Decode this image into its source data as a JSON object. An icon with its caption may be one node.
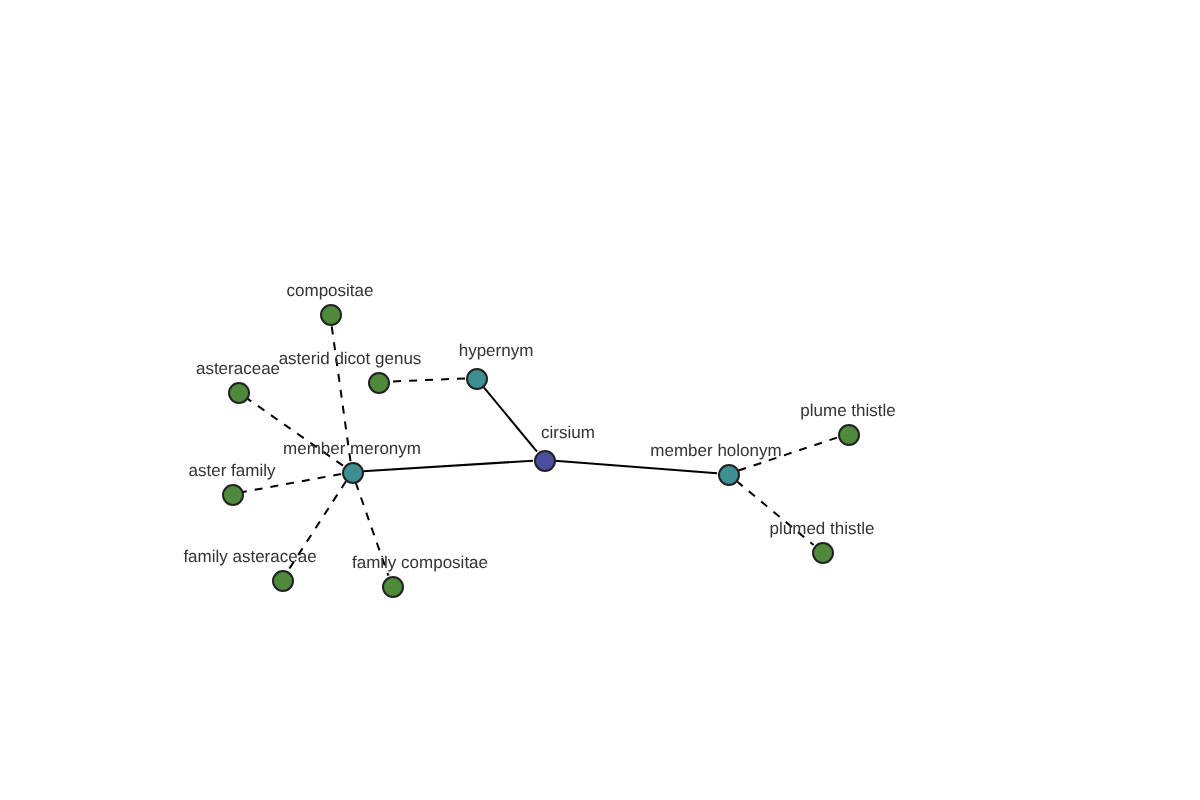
{
  "diagram": {
    "nodes": [
      {
        "text": [],
        "shape": "circle",
        "beside": [
          "cirsium"
        ]
      },
      {
        "text": [],
        "shape": "circle",
        "beside": [
          "hypernym"
        ]
      },
      {
        "text": [],
        "shape": "circle",
        "beside": [
          "member meronym"
        ]
      },
      {
        "text": [],
        "shape": "circle",
        "beside": [
          "member holonym"
        ]
      },
      {
        "text": [],
        "shape": "circle",
        "beside": [
          "asterid dicot genus"
        ]
      },
      {
        "text": [],
        "shape": "circle",
        "beside": [
          "compositae"
        ]
      },
      {
        "text": [],
        "shape": "circle",
        "beside": [
          "asteraceae"
        ]
      },
      {
        "text": [],
        "shape": "circle",
        "beside": [
          "aster family"
        ]
      },
      {
        "text": [],
        "shape": "circle",
        "beside": [
          "family asteraceae"
        ]
      },
      {
        "text": [],
        "shape": "circle",
        "beside": [
          "family compositae"
        ]
      },
      {
        "text": [],
        "shape": "circle",
        "beside": [
          "plume thistle"
        ]
      },
      {
        "text": [],
        "shape": "circle",
        "beside": [
          "plumed thistle"
        ]
      }
    ],
    "edges": [
      {
        "from": 0,
        "to": 1,
        "arrow": "none"
      },
      {
        "from": 0,
        "to": 2,
        "arrow": "none"
      },
      {
        "from": 0,
        "to": 3,
        "arrow": "none"
      },
      {
        "from": 1,
        "to": 4,
        "arrow": "none",
        "style": "dashed"
      },
      {
        "from": 2,
        "to": 5,
        "arrow": "none",
        "style": "dashed"
      },
      {
        "from": 2,
        "to": 6,
        "arrow": "none",
        "style": "dashed"
      },
      {
        "from": 2,
        "to": 7,
        "arrow": "none",
        "style": "dashed"
      },
      {
        "from": 2,
        "to": 8,
        "arrow": "none",
        "style": "dashed"
      },
      {
        "from": 2,
        "to": 9,
        "arrow": "none",
        "style": "dashed"
      },
      {
        "from": 3,
        "to": 10,
        "arrow": "none",
        "style": "dashed"
      },
      {
        "from": 3,
        "to": 11,
        "arrow": "none",
        "style": "dashed"
      }
    ]
  }
}
